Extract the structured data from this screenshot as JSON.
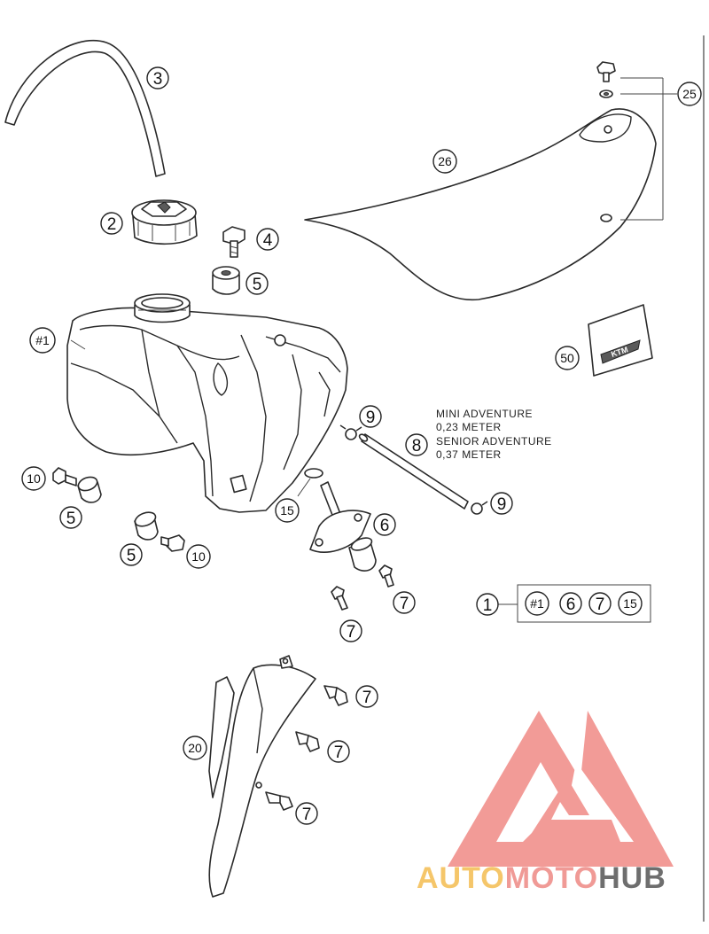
{
  "callouts": {
    "c3": "3",
    "c2": "2",
    "c4": "4",
    "c5a": "5",
    "c26": "26",
    "c25": "25",
    "c1hash": "#1",
    "c50": "50",
    "c9a": "9",
    "c8": "8",
    "c9b": "9",
    "c10a": "10",
    "c5b": "5",
    "c5c": "5",
    "c10b": "10",
    "c15": "15",
    "c6": "6",
    "c7a": "7",
    "c7b": "7",
    "c20": "20",
    "c7c": "7",
    "c7d": "7",
    "c7e": "7"
  },
  "kit": {
    "number": "1",
    "items": [
      "#1",
      "6",
      "7",
      "15"
    ]
  },
  "hose_note": {
    "line1": "MINI ADVENTURE",
    "line2": "0,23 METER",
    "line3": "SENIOR ADVENTURE",
    "line4": "0,37 METER"
  },
  "decal_text": "KTM",
  "watermark": {
    "part1": "AUTO",
    "part2": "MOTO",
    "part3": "HUB",
    "color1": "#f5c66a",
    "color2": "#f09a96",
    "color3": "#6e6e6e",
    "logo_color": "#f08a86"
  }
}
